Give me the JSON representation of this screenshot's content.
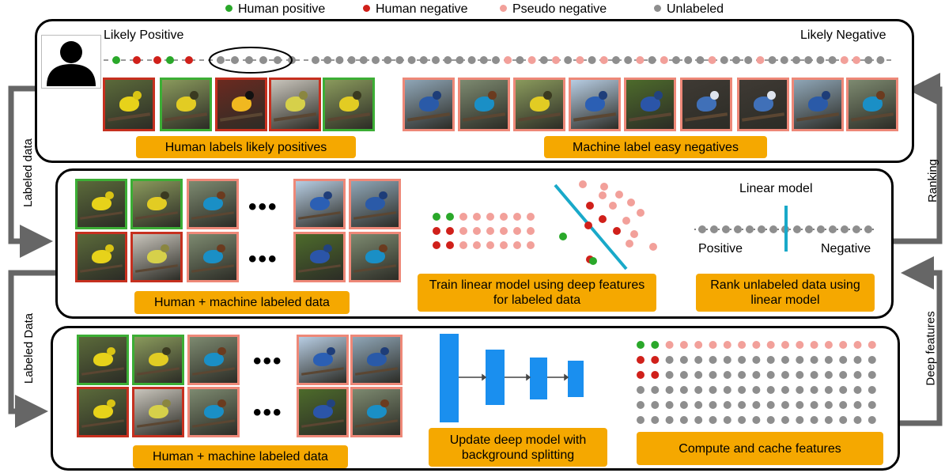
{
  "legend": [
    {
      "label": "Human positive",
      "color": "#2aa82a"
    },
    {
      "label": "Human negative",
      "color": "#d0201a"
    },
    {
      "label": "Pseudo negative",
      "color": "#f2a09a"
    },
    {
      "label": "Unlabeled",
      "color": "#8e8e8e"
    }
  ],
  "ranking_panel": {
    "likely_positive": "Likely Positive",
    "likely_negative": "Likely Negative",
    "human_tag": "Human labels likely positives",
    "machine_tag": "Machine label easy negatives"
  },
  "train_panel": {
    "data_tag": "Human + machine labeled data",
    "train_tag": "Train linear model using deep features for labeled data",
    "rank_tag": "Rank unlabeled data using linear model",
    "linear_model_label": "Linear model",
    "positive_label": "Positive",
    "negative_label": "Negative"
  },
  "deep_panel": {
    "data_tag": "Human + machine labeled data",
    "update_tag": "Update deep model with background splitting",
    "compute_tag": "Compute and cache features"
  },
  "side_labels": {
    "labeled_data_top": "Labeled data",
    "labeled_data_bottom": "Labeled Data",
    "ranking": "Ranking",
    "deep_features": "Deep features"
  },
  "colors": {
    "human_positive": "#2aa82a",
    "human_negative": "#d0201a",
    "pseudo_negative": "#f2a09a",
    "unlabeled": "#8e8e8e",
    "tag": "#f5a800",
    "network_block": "#1a8fef",
    "model_line": "#19a9c9",
    "arrow": "#666666"
  }
}
